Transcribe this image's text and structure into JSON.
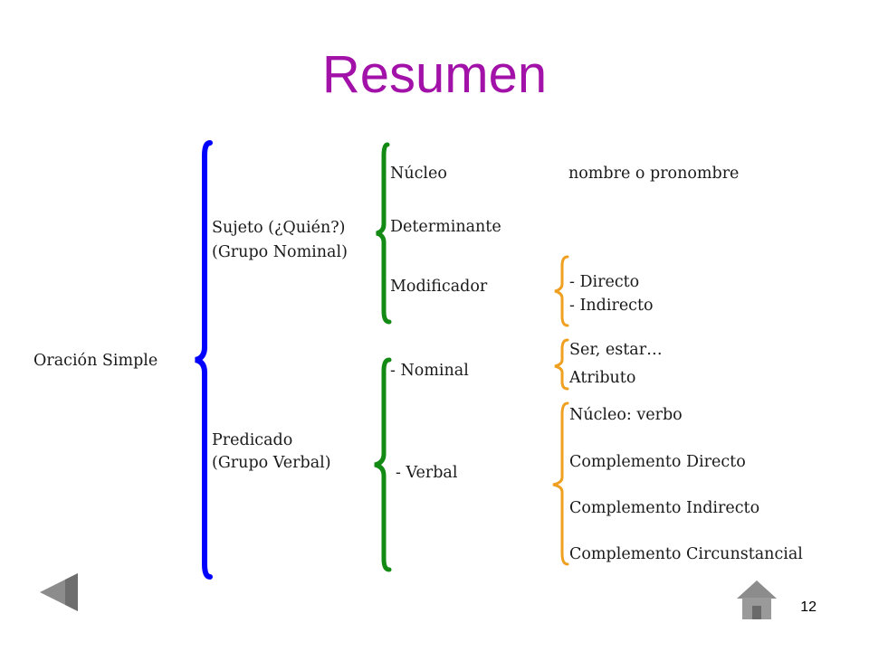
{
  "slide": {
    "title": "Resumen",
    "page_number": "12"
  },
  "diagram": {
    "root": "Oración Simple",
    "sujeto": {
      "line1": "Sujeto (¿Quién?)",
      "line2": "(Grupo Nominal)",
      "parts": [
        "Núcleo",
        "Determinante",
        "Modificador"
      ],
      "nucleo_note": "nombre o pronombre",
      "modificador_options": [
        "- Directo",
        "- Indirecto"
      ]
    },
    "predicado": {
      "line1": "Predicado",
      "line2": "(Grupo Verbal)",
      "types": [
        "- Nominal",
        "- Verbal"
      ],
      "nominal_parts": [
        "Ser, estar…",
        "Atributo"
      ],
      "verbal_parts": [
        "Núcleo: verbo",
        "Complemento Directo",
        "Complemento Indirecto",
        "Complemento Circunstancial"
      ]
    }
  },
  "colors": {
    "title": "#a312a8",
    "brace_level1": "#0000ff",
    "brace_level2": "#138a13",
    "brace_level3": "#f0a020",
    "nav_gray": "#909090"
  },
  "navigation": {
    "back_icon": "back-arrow-icon",
    "home_icon": "home-icon"
  }
}
